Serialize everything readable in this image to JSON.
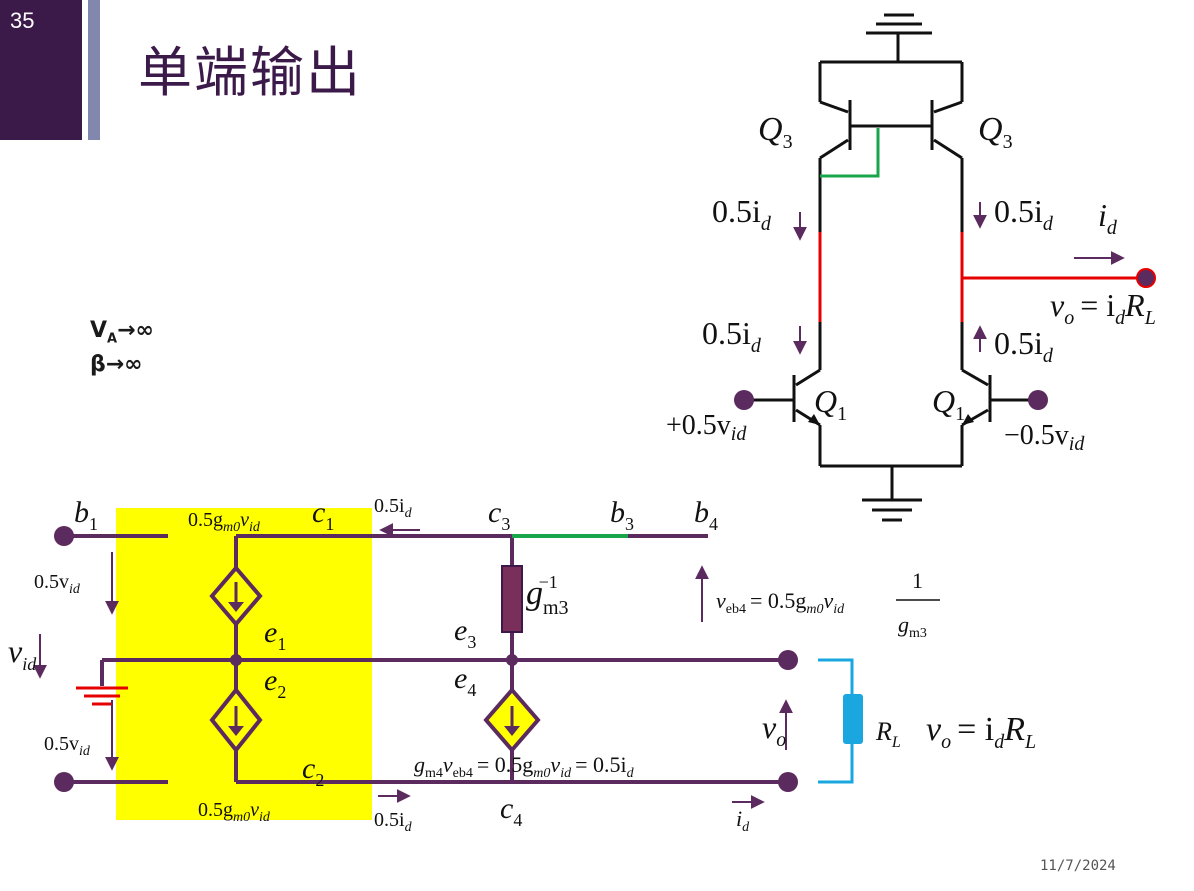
{
  "slide": {
    "number": "35",
    "title": "单端输出",
    "date": "11/7/2024"
  },
  "assumptions": {
    "line1_main": "V",
    "line1_sub": "A",
    "line1_rest": "→∞",
    "line2": "β→∞"
  },
  "top_circuit": {
    "q3_left": "Q",
    "q3_right": "Q",
    "q3_sub": "3",
    "q1_left": "Q",
    "q1_right": "Q",
    "q1_sub": "1",
    "i_prefix": "0.5i",
    "i_sub": "d",
    "id_label": "i",
    "vo_v": "v",
    "vo_sub": "o",
    "vo_eq": "= i",
    "vo_d": "d",
    "vo_R": "R",
    "vo_L": "L",
    "vin_pos": "+0.5v",
    "vin_neg": "−0.5v",
    "vin_sub": "id"
  },
  "bottom_circuit": {
    "b1": "b",
    "b1_sub": "1",
    "b3": "b",
    "b3_sub": "3",
    "b4": "b",
    "b4_sub": "4",
    "c1": "c",
    "c1_sub": "1",
    "c2": "c",
    "c2_sub": "2",
    "c3": "c",
    "c3_sub": "3",
    "c4": "c",
    "c4_sub": "4",
    "e1": "e",
    "e1_sub": "1",
    "e2": "e",
    "e2_sub": "2",
    "e3": "e",
    "e3_sub": "3",
    "e4": "e",
    "e4_sub": "4",
    "gm0_top": "0.5g",
    "gm0_sub": "m0",
    "gm0_v": "v",
    "gm0_vsub": "id",
    "half_id": "0.5i",
    "half_id_sub": "d",
    "half_vid": "0.5v",
    "half_vid_sub": "id",
    "vid": "v",
    "vid_sub": "id",
    "gm3_g": "g",
    "gm3_sub": "m3",
    "gm3_exp": "−1",
    "veb4_v": "v",
    "veb4_sub": "eb4",
    "veb4_eq": "= 0.5g",
    "veb4_m0": "m0",
    "veb4_v2": "v",
    "veb4_id": "id",
    "frac_num": "1",
    "frac_den_g": "g",
    "frac_den_sub": "m3",
    "gm4_g": "g",
    "gm4_sub": "m4",
    "gm4_v": "v",
    "gm4_vsub": "eb4",
    "gm4_eq": "= 0.5g",
    "gm4_m0": "m0",
    "gm4_v2": "v",
    "gm4_vid": "id",
    "gm4_eq2": "= 0.5i",
    "gm4_d": "d",
    "vo": "v",
    "vo_sub": "o",
    "RL": "R",
    "RL_sub": "L",
    "vo_eq_v": "v",
    "vo_eq_o": "o",
    "vo_eq_mid": "= i",
    "vo_eq_d": "d",
    "vo_eq_R": "R",
    "vo_eq_L": "L",
    "id_out": "i",
    "id_out_sub": "d"
  },
  "colors": {
    "purple": "#5b2a5e",
    "yellow": "#ffff00",
    "red": "#e60000",
    "green": "#19a64a",
    "blue": "#1aa7e0",
    "dark": "#3b1a4a"
  }
}
